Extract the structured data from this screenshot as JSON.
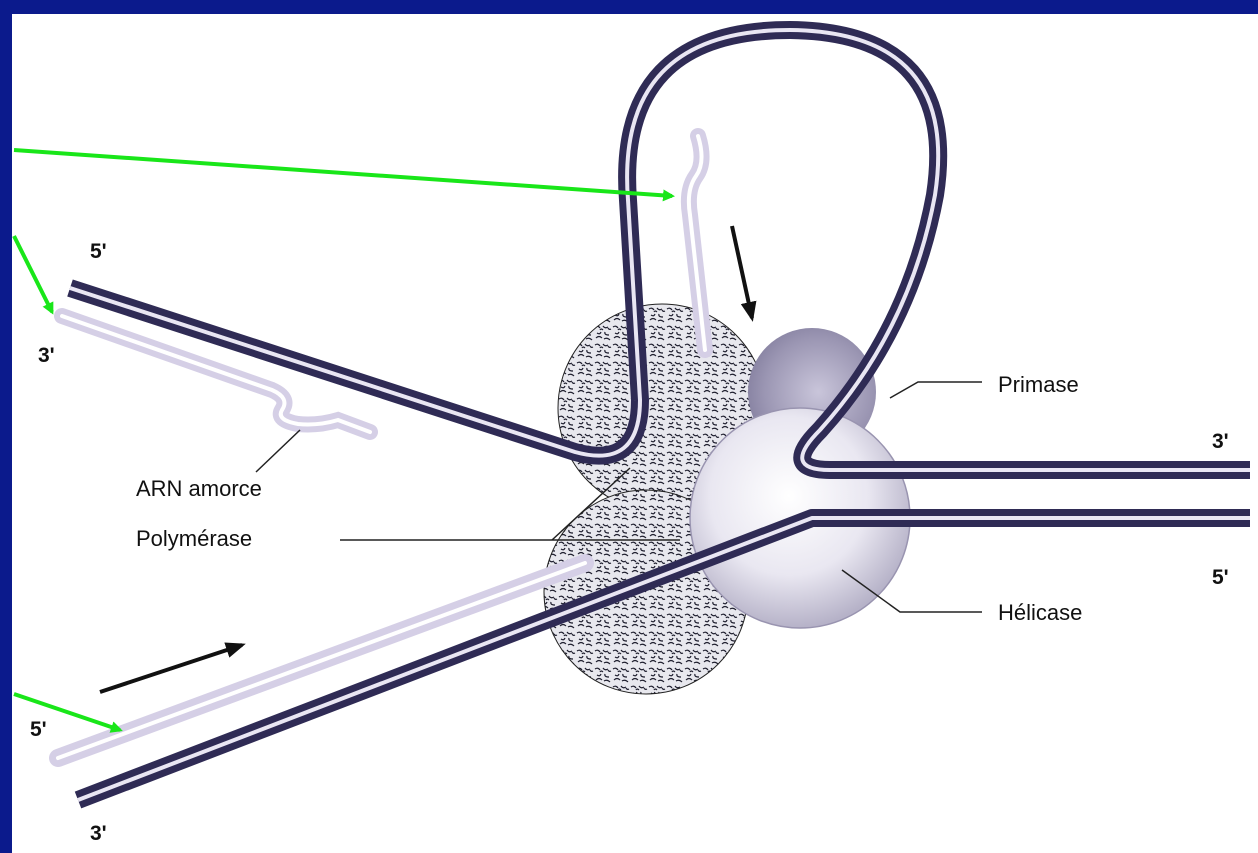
{
  "labels": {
    "arn_amorce": "ARN amorce",
    "polymerase": "Polymérase",
    "primase": "Primase",
    "helicase": "Hélicase"
  },
  "strand_ends": {
    "left_top_5": "5'",
    "left_top_3": "3'",
    "left_bottom_5": "5'",
    "left_bottom_3": "3'",
    "right_top_3": "3'",
    "right_bottom_5": "5'"
  },
  "colors": {
    "background": "#0b1a8c",
    "panel": "#ffffff",
    "dna_strand": "#2f2b55",
    "rna_primer": "#cfc9e2",
    "pointer_arrow": "#19e619",
    "direction_arrow": "#111111"
  }
}
